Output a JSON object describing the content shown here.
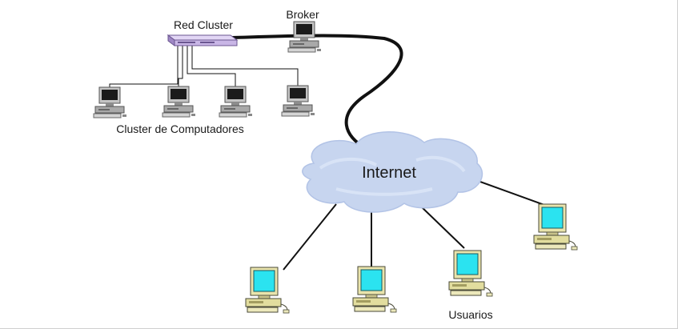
{
  "labels": {
    "red_cluster": "Red Cluster",
    "broker": "Broker",
    "cluster_computers": "Cluster de Computadores",
    "internet": "Internet",
    "usuarios": "Usuarios"
  },
  "colors": {
    "switch": "#c9b6e6",
    "cloud": "#c7d5ef",
    "screen_user": "#27e0ee",
    "user_pc": "#e8e3a8",
    "cluster_pc": "#bdbdbd",
    "link": "#111111"
  }
}
